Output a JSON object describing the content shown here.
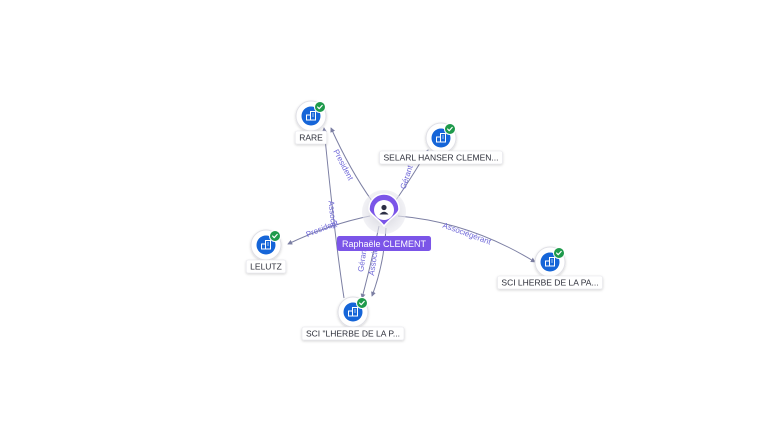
{
  "graph": {
    "center": {
      "name": "Raphaële CLEMENT",
      "color": "#7b55e8",
      "icon": "person-icon"
    },
    "companies": [
      {
        "id": "rare",
        "name": "RARE",
        "verified": true,
        "icon": "building-icon"
      },
      {
        "id": "selarl",
        "name": "SELARL HANSER CLEMEN...",
        "verified": true,
        "icon": "building-icon"
      },
      {
        "id": "lelutz",
        "name": "LELUTZ",
        "verified": true,
        "icon": "building-icon"
      },
      {
        "id": "sci1",
        "name": "SCI \"LHERBE DE LA P...",
        "verified": true,
        "icon": "building-icon"
      },
      {
        "id": "sci2",
        "name": "SCI LHERBE DE LA PA...",
        "verified": true,
        "icon": "building-icon"
      }
    ],
    "relations": [
      {
        "from": "center",
        "to": "rare",
        "label": "President"
      },
      {
        "from": "center",
        "to": "selarl",
        "label": "Gérant"
      },
      {
        "from": "center",
        "to": "lelutz",
        "label": "President"
      },
      {
        "from": "center",
        "to": "sci1",
        "label": "Gérant"
      },
      {
        "from": "center",
        "to": "sci1",
        "label": "Associé"
      },
      {
        "from": "center",
        "to": "sci2",
        "label": "Associégérant"
      },
      {
        "from": "sci1",
        "to": "rare",
        "label": "Associé"
      }
    ],
    "colors": {
      "company_icon": "#1565d8",
      "verified_badge": "#1e9a4b",
      "edge": "#7c7fa3",
      "edge_label": "#6f68d8"
    }
  }
}
